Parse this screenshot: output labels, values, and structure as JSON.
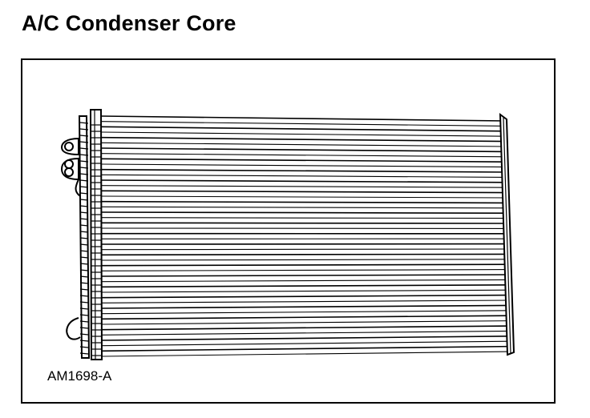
{
  "page": {
    "title": "A/C Condenser Core"
  },
  "figure": {
    "subject": "A/C condenser core",
    "parts": [
      "tubes",
      "fins",
      "left-header-tank",
      "right-header-tank",
      "inlet-fitting",
      "outlet-fitting",
      "mounting-bracket"
    ],
    "figure_id": "AM1698-A",
    "colors": {
      "line": "#000000",
      "background": "#ffffff"
    }
  }
}
